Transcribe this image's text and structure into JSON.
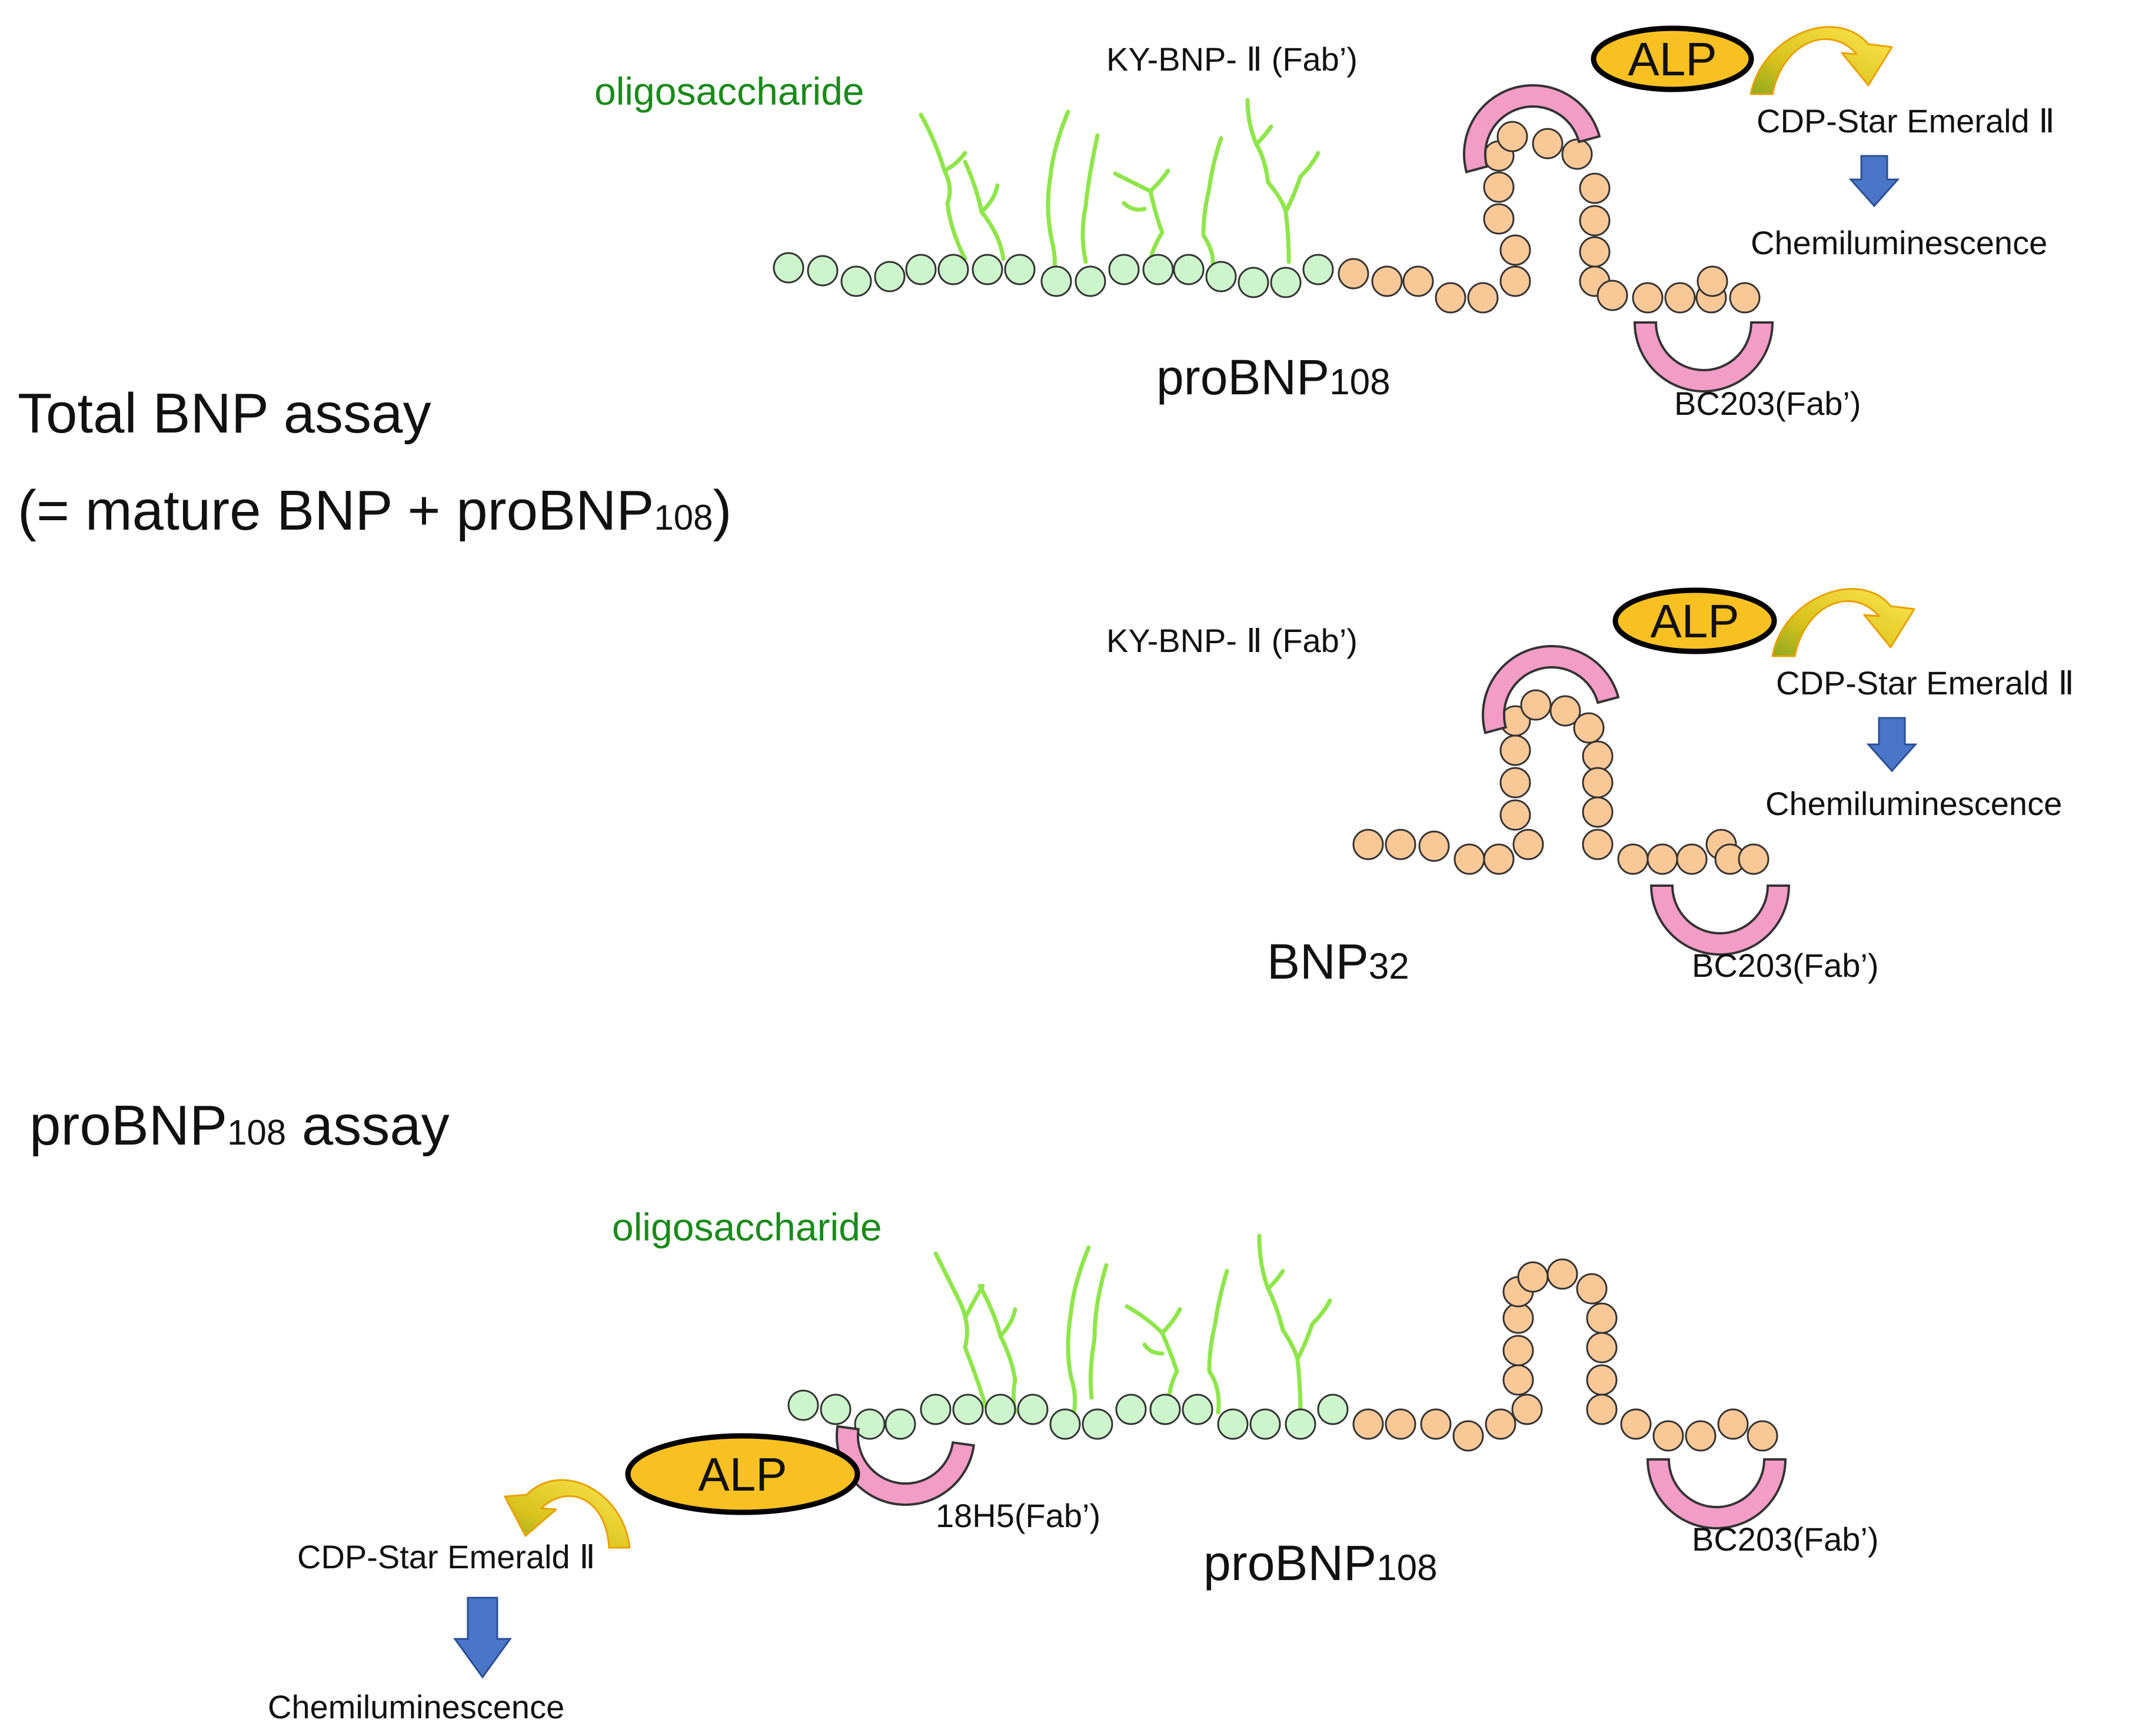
{
  "colors": {
    "glyco_residue": "#ccf5cc",
    "bnp_residue": "#fac896",
    "oligosaccharide": "#8ee64a",
    "oligosaccharide_label": "#1a8a1a",
    "fab": "#f39cc6",
    "alp": "#f8c021",
    "curved_arrow": "#ffe24a",
    "down_arrow": "#4a76c8"
  },
  "panels": {
    "total_probnp": {
      "oligosaccharide_label": "oligosaccharide",
      "capture_fab": "KY-BNP- Ⅱ (Fab’)",
      "enzyme": "ALP",
      "substrate": "CDP-Star Emerald Ⅱ",
      "signal": "Chemiluminescence",
      "protein_name": "proBNP",
      "protein_sub": "108",
      "detect_fab": "BC203(Fab’)"
    },
    "total_bnp32": {
      "capture_fab": "KY-BNP- Ⅱ (Fab’)",
      "enzyme": "ALP",
      "substrate": "CDP-Star Emerald Ⅱ",
      "signal": "Chemiluminescence",
      "protein_name": "BNP",
      "protein_sub": "32",
      "detect_fab": "BC203(Fab’)"
    },
    "probnp_assay": {
      "oligosaccharide_label": "oligosaccharide",
      "enzyme": "ALP",
      "capture_fab": "18H5(Fab’)",
      "substrate": "CDP-Star Emerald Ⅱ",
      "signal": "Chemiluminescence",
      "protein_name": "proBNP",
      "protein_sub": "108",
      "detect_fab": "BC203(Fab’)"
    }
  },
  "headings": {
    "total_line1": "Total BNP assay",
    "total_line2_a": "(= mature BNP + proBNP",
    "total_line2_sub": "108",
    "total_line2_b": ")",
    "probnp_a": "proBNP",
    "probnp_sub": "108",
    "probnp_b": " assay"
  }
}
